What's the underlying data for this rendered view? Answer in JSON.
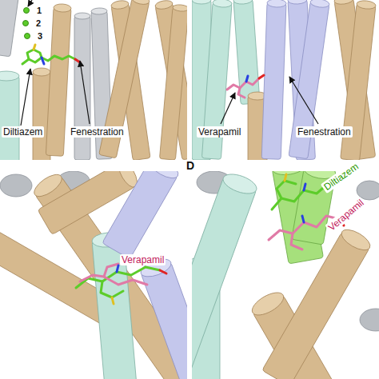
{
  "diagram": {
    "labels": [
      "1",
      "2",
      "3",
      "Diltiazem",
      "Fenestration",
      "Verapamil",
      "Fenestration",
      "D",
      "Verapamil",
      "Diltiazem",
      "Verapamil"
    ]
  }
}
